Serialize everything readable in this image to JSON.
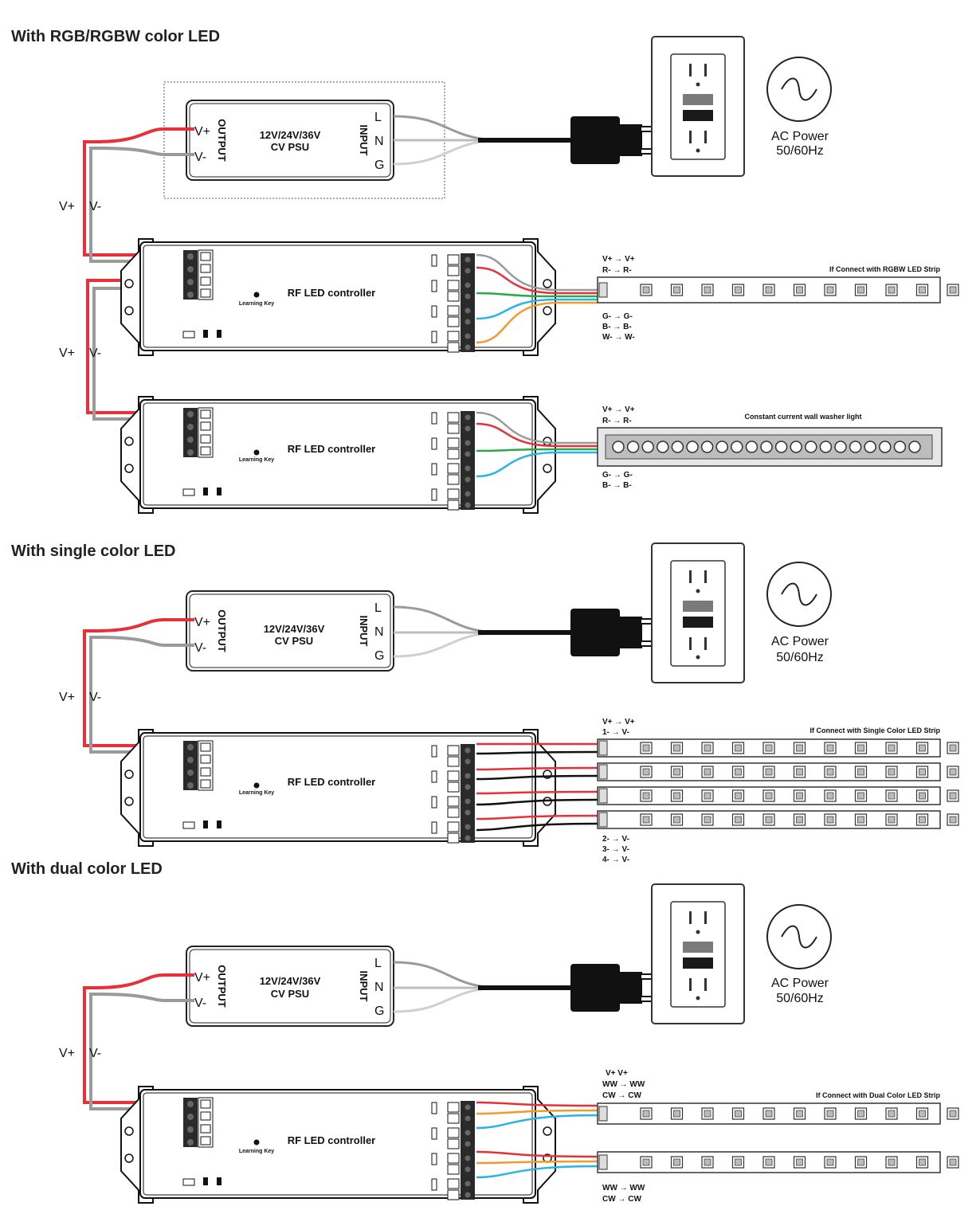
{
  "sections": [
    {
      "title": "With RGB/RGBW color LED",
      "psu": {
        "line1": "12V/24V/36V",
        "line2": "CV PSU",
        "out_vp": "V+",
        "out_vm": "V-",
        "output_label": "OUTPUT",
        "input_label": "INPUT",
        "in_l": "L",
        "in_n": "N",
        "in_g": "G"
      },
      "ac": {
        "line1": "AC Power",
        "line2": "50/60Hz"
      },
      "wire_labels": [
        {
          "vp": "V+",
          "vm": "V-"
        },
        {
          "vp": "V+",
          "vm": "V-"
        }
      ],
      "controllers": [
        {
          "name": "RF LED controller",
          "key": "Learning Key"
        },
        {
          "name": "RF LED controller",
          "key": "Learning Key"
        }
      ],
      "strips": [
        {
          "title": "If Connect with RGBW LED Strip",
          "top_map": [
            "V+ → V+",
            "R- → R-"
          ],
          "bottom_map": [
            "G- → G-",
            "B- → B-",
            "W- → W-"
          ]
        },
        {
          "title": "Constant current wall washer light",
          "top_map": [
            "V+ → V+",
            "R- → R-"
          ],
          "bottom_map": [
            "G- → G-",
            "B- → B-"
          ]
        }
      ]
    },
    {
      "title": "With single color LED",
      "psu": {
        "line1": "12V/24V/36V",
        "line2": "CV PSU",
        "out_vp": "V+",
        "out_vm": "V-",
        "output_label": "OUTPUT",
        "input_label": "INPUT",
        "in_l": "L",
        "in_n": "N",
        "in_g": "G"
      },
      "ac": {
        "line1": "AC Power",
        "line2": "50/60Hz"
      },
      "wire_labels": [
        {
          "vp": "V+",
          "vm": "V-"
        }
      ],
      "controllers": [
        {
          "name": "RF LED controller",
          "key": "Learning Key"
        }
      ],
      "strips": [
        {
          "title": "If Connect with Single Color LED Strip",
          "top_map": [
            "V+ → V+",
            "1- → V-"
          ],
          "bottom_map": [
            "2- → V-",
            "3- → V-",
            "4- → V-"
          ]
        }
      ]
    },
    {
      "title": "With dual color LED",
      "psu": {
        "line1": "12V/24V/36V",
        "line2": "CV PSU",
        "out_vp": "V+",
        "out_vm": "V-",
        "output_label": "OUTPUT",
        "input_label": "INPUT",
        "in_l": "L",
        "in_n": "N",
        "in_g": "G"
      },
      "ac": {
        "line1": "AC Power",
        "line2": "50/60Hz"
      },
      "wire_labels": [
        {
          "vp": "V+",
          "vm": "V-"
        }
      ],
      "controllers": [
        {
          "name": "RF LED controller",
          "key": "Learning Key"
        }
      ],
      "strips": [
        {
          "title": "If Connect with Dual Color LED Strip",
          "top_map": [
            "V+ V+",
            "WW → WW",
            "CW → CW"
          ],
          "bottom_map": [
            "WW → WW",
            "CW → CW"
          ]
        }
      ]
    }
  ],
  "colors": {
    "red": "#e8303a",
    "gray": "#9a9a9a",
    "green": "#2aa84a",
    "blue": "#29b3e6",
    "orange": "#f39a2c",
    "black": "#111111"
  }
}
